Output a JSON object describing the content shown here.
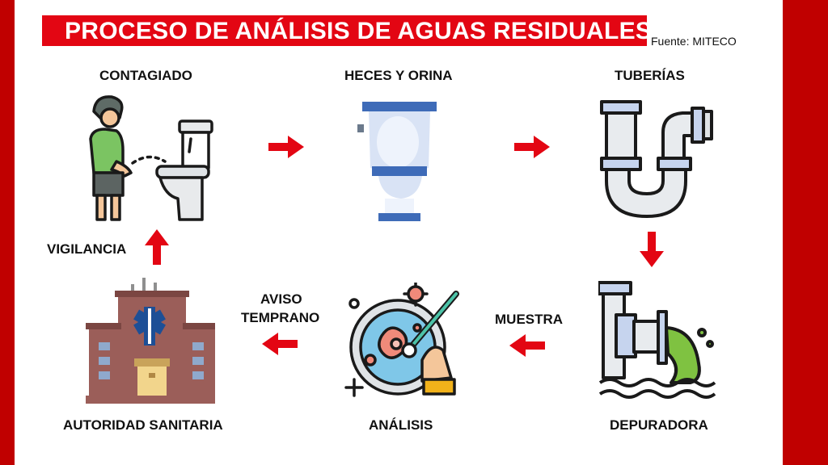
{
  "header": {
    "title": "PROCESO DE ANÁLISIS DE AGUAS RESIDUALES",
    "source": "Fuente: MITECO"
  },
  "steps": {
    "contagiado": "CONTAGIADO",
    "heces": "HECES Y ORINA",
    "tuberias": "TUBERÍAS",
    "depuradora": "DEPURADORA",
    "analisis": "ANÁLISIS",
    "autoridad": "AUTORIDAD SANITARIA"
  },
  "transitions": {
    "muestra": "MUESTRA",
    "aviso_1": "AVISO",
    "aviso_2": "TEMPRANO",
    "vigilancia": "VIGILANCIA"
  },
  "colors": {
    "accent": "#e30613",
    "frame": "#c00000"
  }
}
